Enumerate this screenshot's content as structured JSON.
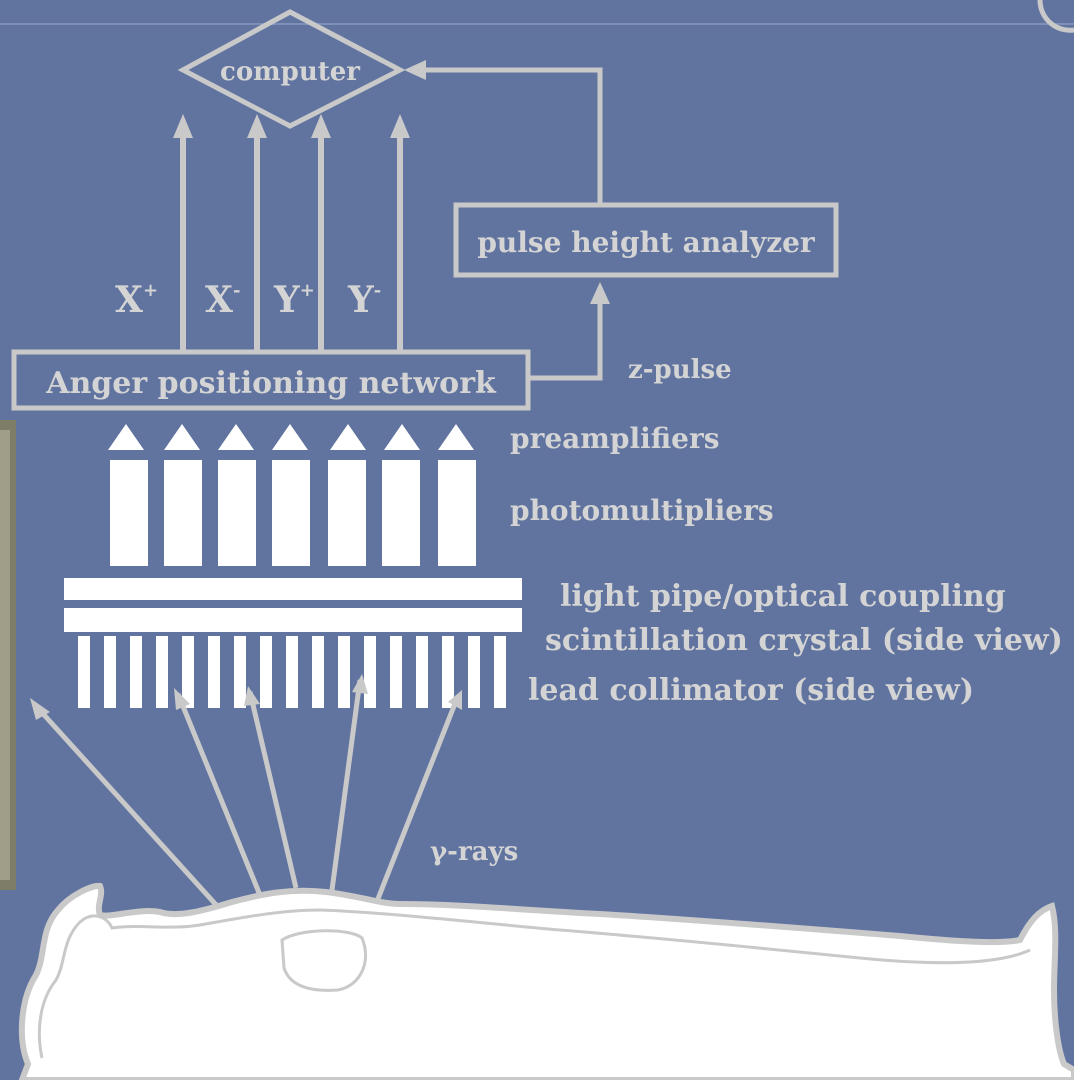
{
  "diagram": {
    "title_parts": {
      "computer": "computer",
      "pulse_height_analyzer": "pulse height analyzer",
      "anger_network": "Anger positioning network",
      "z_pulse": "z-pulse",
      "preamplifiers": "preamplifiers",
      "photomultipliers": "photomultipliers",
      "light_pipe": "light pipe/optical coupling",
      "crystal": "scintillation crystal (side view)",
      "collimator": "lead collimator (side view)",
      "gamma_rays": "γ-rays"
    },
    "signals": {
      "x_plus": "X",
      "x_plus_sup": "+",
      "x_minus": "X",
      "x_minus_sup": "-",
      "y_plus": "Y",
      "y_plus_sup": "+",
      "y_minus": "Y",
      "y_minus_sup": "-"
    },
    "colors": {
      "background": "#6174a0",
      "line": "#c9c9c9",
      "white": "#ffffff"
    }
  }
}
